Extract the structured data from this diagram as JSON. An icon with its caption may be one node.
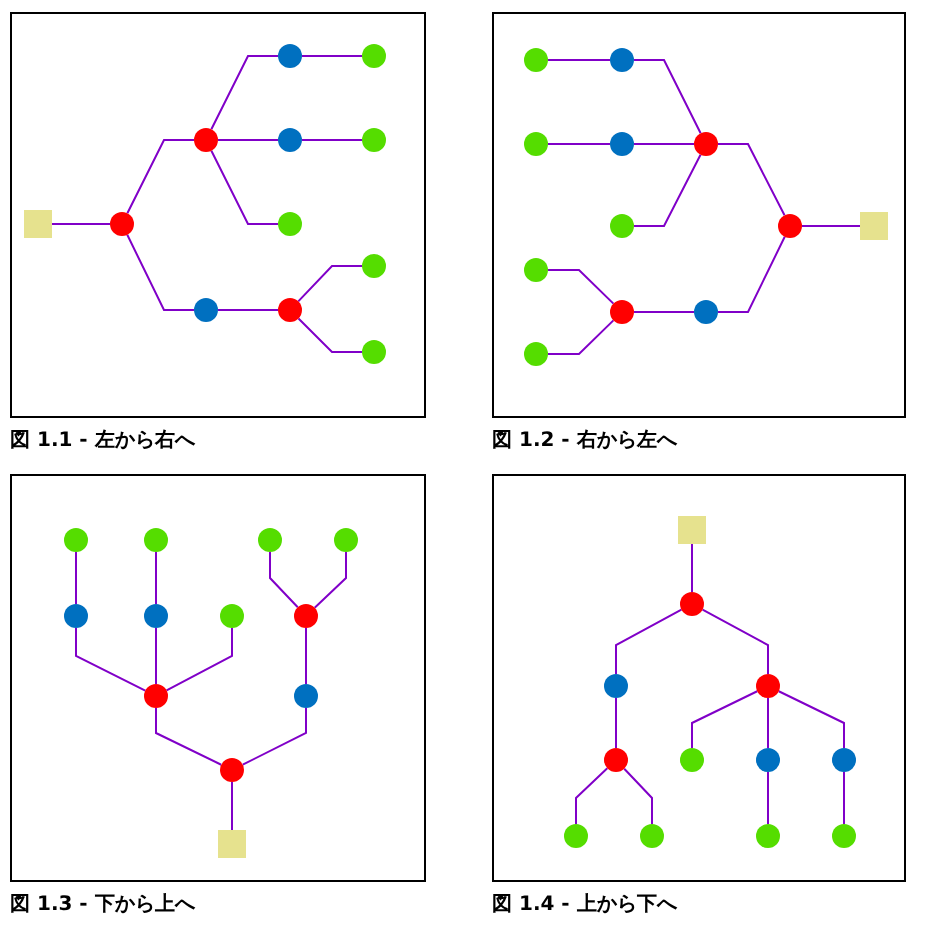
{
  "diagram": {
    "nodes": [
      {
        "text": [
          "図 1.1 - 左から右へ"
        ]
      },
      {
        "text": [],
        "shape": "box",
        "in": 0
      },
      {
        "text": [],
        "shape": "circle",
        "in": 0
      },
      {
        "text": [],
        "shape": "circle",
        "in": 0
      },
      {
        "text": [],
        "shape": "circle",
        "in": 0
      },
      {
        "text": [],
        "shape": "circle",
        "in": 0
      },
      {
        "text": [],
        "shape": "circle",
        "in": 0
      },
      {
        "text": [],
        "shape": "circle",
        "in": 0
      },
      {
        "text": [],
        "shape": "circle",
        "in": 0
      },
      {
        "text": [],
        "shape": "circle",
        "in": 0
      },
      {
        "text": [],
        "shape": "circle",
        "in": 0
      },
      {
        "text": [],
        "shape": "circle",
        "in": 0
      },
      {
        "text": [],
        "shape": "circle",
        "in": 0
      },
      {
        "text": [
          "図 1.2 - 右から左へ"
        ]
      },
      {
        "text": [],
        "shape": "circle",
        "in": 13
      },
      {
        "text": [],
        "shape": "circle",
        "in": 13
      },
      {
        "text": [],
        "shape": "circle",
        "in": 13
      },
      {
        "text": [],
        "shape": "circle",
        "in": 13
      },
      {
        "text": [],
        "shape": "circle",
        "in": 13
      },
      {
        "text": [],
        "shape": "circle",
        "in": 13
      },
      {
        "text": [],
        "shape": "circle",
        "in": 13
      },
      {
        "text": [],
        "shape": "circle",
        "in": 13
      },
      {
        "text": [],
        "shape": "circle",
        "in": 13
      },
      {
        "text": [],
        "shape": "circle",
        "in": 13
      },
      {
        "text": [],
        "shape": "circle",
        "in": 13
      },
      {
        "text": [],
        "shape": "box",
        "in": 13
      },
      {
        "text": [
          "図 1.3 - 下から上へ"
        ]
      },
      {
        "text": [],
        "shape": "circle",
        "in": 26
      },
      {
        "text": [],
        "shape": "circle",
        "in": 26
      },
      {
        "text": [],
        "shape": "circle",
        "in": 26
      },
      {
        "text": [],
        "shape": "circle",
        "in": 26
      },
      {
        "text": [],
        "shape": "circle",
        "in": 26
      },
      {
        "text": [],
        "shape": "circle",
        "in": 26
      },
      {
        "text": [],
        "shape": "circle",
        "in": 26
      },
      {
        "text": [],
        "shape": "circle",
        "in": 26
      },
      {
        "text": [],
        "shape": "circle",
        "in": 26
      },
      {
        "text": [],
        "shape": "circle",
        "in": 26
      },
      {
        "text": [],
        "shape": "circle",
        "in": 26
      },
      {
        "text": [],
        "shape": "box",
        "in": 26
      },
      {
        "text": [
          "図 1.4 - 上から下へ"
        ]
      },
      {
        "text": [],
        "shape": "box",
        "in": 39
      },
      {
        "text": [],
        "shape": "circle",
        "in": 39
      },
      {
        "text": [],
        "shape": "circle",
        "in": 39
      },
      {
        "text": [],
        "shape": "circle",
        "in": 39
      },
      {
        "text": [],
        "shape": "circle",
        "in": 39
      },
      {
        "text": [],
        "shape": "circle",
        "in": 39
      },
      {
        "text": [],
        "shape": "circle",
        "in": 39
      },
      {
        "text": [],
        "shape": "circle",
        "in": 39
      },
      {
        "text": [],
        "shape": "circle",
        "in": 39
      },
      {
        "text": [],
        "shape": "circle",
        "in": 39
      },
      {
        "text": [],
        "shape": "circle",
        "in": 39
      },
      {
        "text": [],
        "shape": "circle",
        "in": 39
      }
    ],
    "edges": [
      {
        "from": 1,
        "to": 2,
        "arrow": "none"
      },
      {
        "from": 2,
        "to": 3,
        "arrow": "none"
      },
      {
        "from": 2,
        "to": 4,
        "arrow": "none"
      },
      {
        "from": 3,
        "to": 5,
        "arrow": "none"
      },
      {
        "from": 3,
        "to": 6,
        "arrow": "none"
      },
      {
        "from": 3,
        "to": 7,
        "arrow": "none"
      },
      {
        "from": 5,
        "to": 9,
        "arrow": "none"
      },
      {
        "from": 6,
        "to": 10,
        "arrow": "none"
      },
      {
        "from": 4,
        "to": 8,
        "arrow": "none"
      },
      {
        "from": 8,
        "to": 11,
        "arrow": "none"
      },
      {
        "from": 8,
        "to": 12,
        "arrow": "none"
      },
      {
        "from": 25,
        "to": 24,
        "arrow": "none"
      },
      {
        "from": 24,
        "to": 22,
        "arrow": "none"
      },
      {
        "from": 24,
        "to": 23,
        "arrow": "none"
      },
      {
        "from": 22,
        "to": 18,
        "arrow": "none"
      },
      {
        "from": 22,
        "to": 19,
        "arrow": "none"
      },
      {
        "from": 22,
        "to": 20,
        "arrow": "none"
      },
      {
        "from": 18,
        "to": 14,
        "arrow": "none"
      },
      {
        "from": 19,
        "to": 15,
        "arrow": "none"
      },
      {
        "from": 23,
        "to": 21,
        "arrow": "none"
      },
      {
        "from": 21,
        "to": 16,
        "arrow": "none"
      },
      {
        "from": 21,
        "to": 17,
        "arrow": "none"
      },
      {
        "from": 38,
        "to": 37,
        "arrow": "none"
      },
      {
        "from": 37,
        "to": 35,
        "arrow": "none"
      },
      {
        "from": 37,
        "to": 36,
        "arrow": "none"
      },
      {
        "from": 35,
        "to": 31,
        "arrow": "none"
      },
      {
        "from": 35,
        "to": 32,
        "arrow": "none"
      },
      {
        "from": 35,
        "to": 33,
        "arrow": "none"
      },
      {
        "from": 31,
        "to": 27,
        "arrow": "none"
      },
      {
        "from": 32,
        "to": 28,
        "arrow": "none"
      },
      {
        "from": 36,
        "to": 34,
        "arrow": "none"
      },
      {
        "from": 34,
        "to": 29,
        "arrow": "none"
      },
      {
        "from": 34,
        "to": 30,
        "arrow": "none"
      },
      {
        "from": 40,
        "to": 41,
        "arrow": "none"
      },
      {
        "from": 41,
        "to": 42,
        "arrow": "none"
      },
      {
        "from": 41,
        "to": 43,
        "arrow": "none"
      },
      {
        "from": 42,
        "to": 44,
        "arrow": "none"
      },
      {
        "from": 43,
        "to": 45,
        "arrow": "none"
      },
      {
        "from": 43,
        "to": 46,
        "arrow": "none"
      },
      {
        "from": 43,
        "to": 47,
        "arrow": "none"
      },
      {
        "from": 44,
        "to": 48,
        "arrow": "none"
      },
      {
        "from": 44,
        "to": 49,
        "arrow": "none"
      },
      {
        "from": 46,
        "to": 50,
        "arrow": "none"
      },
      {
        "from": 47,
        "to": 51,
        "arrow": "none"
      }
    ]
  }
}
